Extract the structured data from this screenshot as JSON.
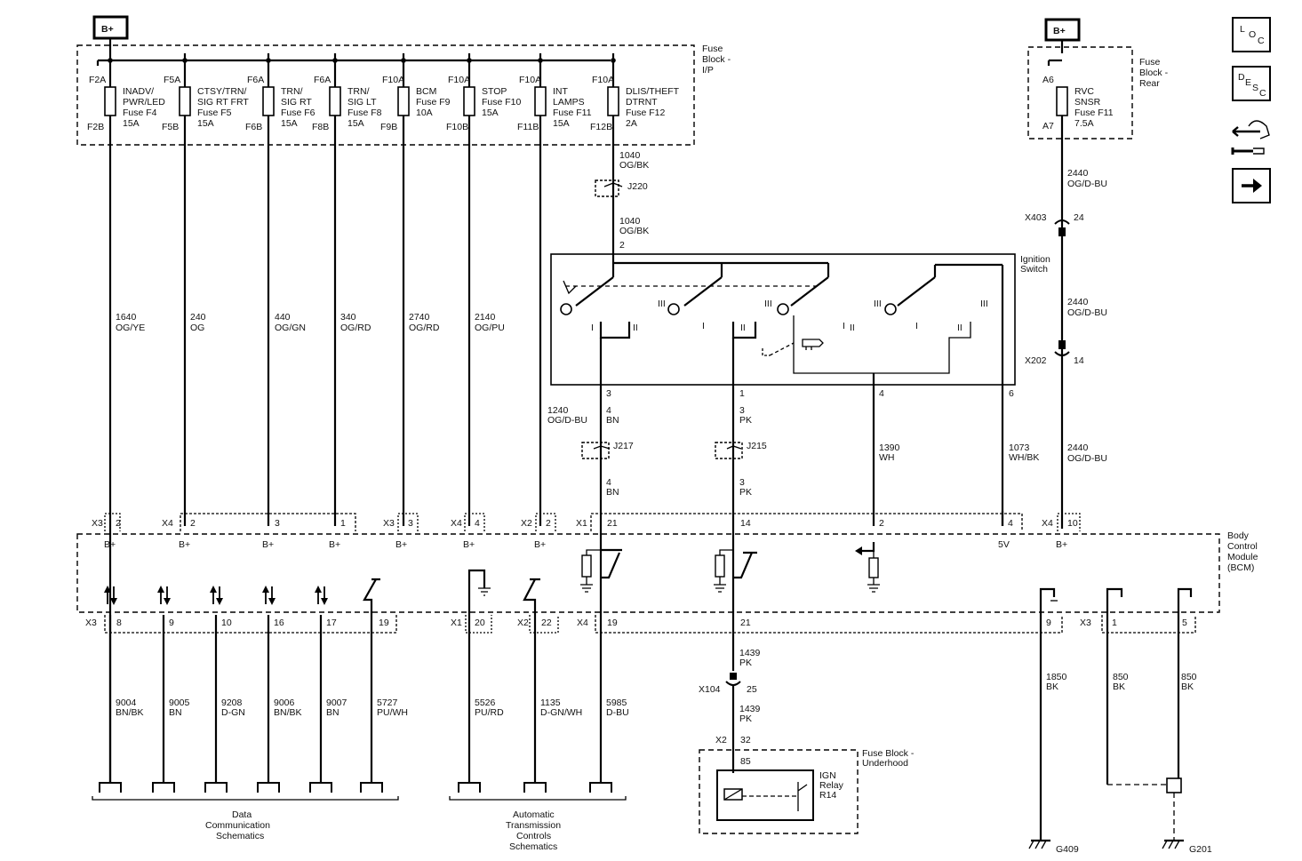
{
  "power": {
    "bplus_left": "B+",
    "bplus_right": "B+"
  },
  "fuse_block_ip": {
    "title": "Fuse Block - I/P",
    "fuses": [
      {
        "top": "F2A",
        "bottom": "F2B",
        "label": [
          "INADV/",
          "PWR/LED",
          "Fuse F4",
          "15A"
        ]
      },
      {
        "top": "F5A",
        "bottom": "F5B",
        "label": [
          "CTSY/TRN/",
          "SIG RT FRT",
          "Fuse F5",
          "15A"
        ]
      },
      {
        "top": "F6A",
        "bottom": "F6B",
        "label": [
          "TRN/",
          "SIG RT",
          "Fuse F6",
          "15A"
        ]
      },
      {
        "top": "F6A",
        "bottom": "F8B",
        "label": [
          "TRN/",
          "SIG LT",
          "Fuse F8",
          "15A"
        ]
      },
      {
        "top": "F10A",
        "bottom": "F9B",
        "label": [
          "BCM",
          "Fuse F9",
          "10A"
        ]
      },
      {
        "top": "F10A",
        "bottom": "F10B",
        "label": [
          "STOP",
          "Fuse F10",
          "15A"
        ]
      },
      {
        "top": "F10A",
        "bottom": "F11B",
        "label": [
          "INT",
          "LAMPS",
          "Fuse F11",
          "15A"
        ]
      },
      {
        "top": "F10A",
        "bottom": "F12B",
        "label": [
          "DLIS/THEFT",
          "DTRNT",
          "Fuse F12",
          "2A"
        ]
      }
    ]
  },
  "fuse_block_rear": {
    "title": "Fuse Block - Rear",
    "top": "A6",
    "bottom": "A7",
    "label": [
      "RVC",
      "SNSR",
      "Fuse F11",
      "7.5A"
    ]
  },
  "upper_wires": [
    {
      "circuit": "1640",
      "color": "OG/YE"
    },
    {
      "circuit": "240",
      "color": "OG"
    },
    {
      "circuit": "440",
      "color": "OG/GN"
    },
    {
      "circuit": "340",
      "color": "OG/RD"
    },
    {
      "circuit": "2740",
      "color": "OG/RD"
    },
    {
      "circuit": "2140",
      "color": "OG/PU"
    }
  ],
  "ignition_feed": {
    "wire1": [
      "1040",
      "OG/BK"
    ],
    "splice": "J220",
    "wire2": [
      "1040",
      "OG/BK"
    ],
    "pin": "2"
  },
  "ignition_switch": {
    "title": [
      "Ignition",
      "Switch"
    ],
    "pins": [
      "3",
      "1",
      "4",
      "6"
    ],
    "positions": [
      "I",
      "II",
      "III"
    ]
  },
  "ign_wires": {
    "w3_left": [
      "1240",
      "OG/D-BU"
    ],
    "w3": [
      "4",
      "BN"
    ],
    "j217": "J217",
    "w3b": [
      "4",
      "BN"
    ],
    "w1": [
      "3",
      "PK"
    ],
    "j215": "J215",
    "w1b": [
      "3",
      "PK"
    ],
    "w4": [
      "1390",
      "WH"
    ],
    "w6": [
      "1073",
      "WH/BK"
    ]
  },
  "rear_wires": {
    "w1": [
      "2440",
      "OG/D-BU"
    ],
    "x403": "X403",
    "x403_pin": "24",
    "w2": [
      "2440",
      "OG/D-BU"
    ],
    "x202": "X202",
    "x202_pin": "14",
    "w3": [
      "2440",
      "OG/D-BU"
    ]
  },
  "bcm": {
    "title": [
      "Body",
      "Control",
      "Module",
      "(BCM)"
    ],
    "top_connectors": [
      "X3",
      "X4",
      "X3",
      "X4",
      "X2",
      "X1",
      "X4"
    ],
    "top_pins": [
      "2",
      "2",
      "3",
      "1",
      "3",
      "4",
      "2",
      "21",
      "14",
      "2",
      "4",
      "10"
    ],
    "top_labels": [
      "B+",
      "B+",
      "B+",
      "B+",
      "B+",
      "B+",
      "B+",
      "5V",
      "B+"
    ],
    "bottom_connectors": [
      "X3",
      "X1",
      "X2",
      "X4",
      "X3"
    ],
    "bottom_pins": [
      "8",
      "9",
      "10",
      "16",
      "17",
      "19",
      "20",
      "22",
      "19",
      "21",
      "9",
      "1",
      "5"
    ]
  },
  "lower_wires": [
    {
      "circuit": "9004",
      "color": "BN/BK"
    },
    {
      "circuit": "9005",
      "color": "BN"
    },
    {
      "circuit": "9208",
      "color": "D-GN"
    },
    {
      "circuit": "9006",
      "color": "BN/BK"
    },
    {
      "circuit": "9007",
      "color": "BN"
    },
    {
      "circuit": "5727",
      "color": "PU/WH"
    },
    {
      "circuit": "5526",
      "color": "PU/RD"
    },
    {
      "circuit": "1135",
      "color": "D-GN/WH"
    },
    {
      "circuit": "5985",
      "color": "D-BU"
    }
  ],
  "relay_feed": {
    "w1": [
      "1439",
      "PK"
    ],
    "x104": "X104",
    "x104_pin": "25",
    "w2": [
      "1439",
      "PK"
    ],
    "x2": "X2",
    "x2_pin": "32",
    "pin85": "85"
  },
  "fuse_block_underhood": {
    "title": [
      "Fuse Block -",
      "Underhood"
    ],
    "relay": [
      "IGN",
      "Relay",
      "R14"
    ]
  },
  "grounds": {
    "w1": [
      "1850",
      "BK"
    ],
    "w2": [
      "850",
      "BK"
    ],
    "w3": [
      "850",
      "BK"
    ],
    "g1": "G409",
    "g2": "G201"
  },
  "footnotes": {
    "dcs": [
      "Data",
      "Communication",
      "Schematics"
    ],
    "atc": [
      "Automatic",
      "Transmission",
      "Controls",
      "Schematics"
    ]
  },
  "nav_buttons": [
    {
      "name": "loc-button",
      "letters": [
        "L",
        "O",
        "C"
      ]
    },
    {
      "name": "desc-button",
      "letters": [
        "D",
        "E",
        "S",
        "C"
      ]
    },
    {
      "name": "connector-views-button",
      "icon": "connector-icon"
    },
    {
      "name": "next-page-button",
      "icon": "arrow-right-icon"
    }
  ]
}
